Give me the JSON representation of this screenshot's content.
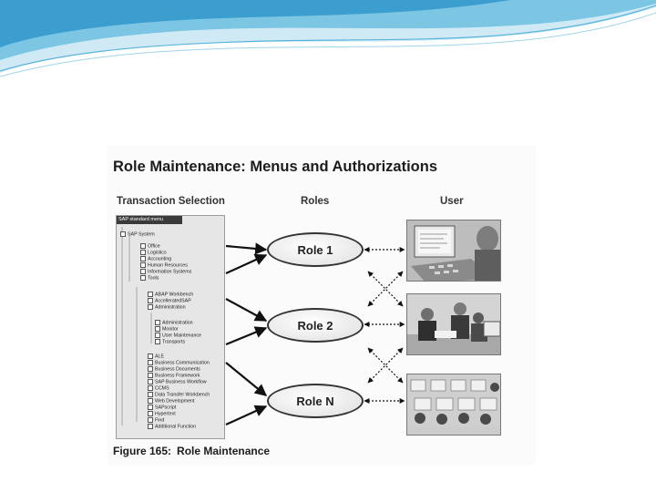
{
  "figure": {
    "title": "Role Maintenance: Menus and Authorizations",
    "columns": {
      "transaction": "Transaction Selection",
      "roles": "Roles",
      "user": "User"
    },
    "caption_number": "Figure 165:",
    "caption_text": "Role Maintenance"
  },
  "tree": {
    "header": "SAP standard menu",
    "rows": [
      "SAP System",
      "Office",
      "Logistics",
      "Accounting",
      "Human Resources",
      "Information Systems",
      "Tools",
      "ABAP Workbench",
      "AccelleratedSAP",
      "Administration",
      "Administration",
      "Monitor",
      "User Maintenance",
      "Transports",
      "ALE",
      "Business Communication",
      "Business Documents",
      "Business Framework",
      "SAP Business Workflow",
      "CCMS",
      "Data Transfer Workbench",
      "Web Development",
      "SAPscript",
      "Hypertext",
      "Find",
      "Additional Function"
    ]
  },
  "roles": [
    "Role 1",
    "Role 2",
    "Role N"
  ],
  "colors": {
    "swoosh_dark": "#3b9ecf",
    "swoosh_light": "#bfe3f2",
    "role_border": "#333333",
    "arrow": "#111111"
  }
}
